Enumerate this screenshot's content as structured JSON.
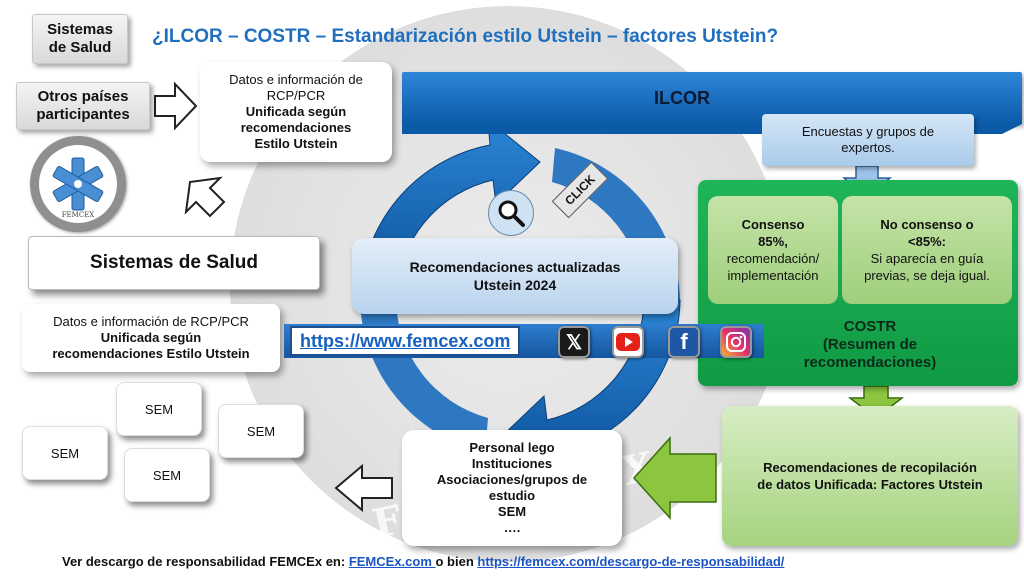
{
  "title": "¿ILCOR – COSTR – Estandarización estilo Utstein – factores Utstein?",
  "left": {
    "sistemas_top": [
      "Sistemas",
      "de Salud"
    ],
    "otros": [
      "Otros países",
      "participantes"
    ],
    "datos_top": [
      "Datos e información de",
      "RCP/PCR",
      "Unificada según",
      "recomendaciones",
      "Estilo Utstein"
    ],
    "sistemas_mid": "Sistemas de Salud",
    "datos_mid": [
      "Datos e información de RCP/PCR",
      "Unificada según",
      "recomendaciones Estilo Utstein"
    ],
    "logo_text": "FEMCEX"
  },
  "ilcor": {
    "label": "ILCOR",
    "encuestas": [
      "Encuestas y grupos de",
      "expertos."
    ]
  },
  "costr": {
    "consenso": [
      "Consenso",
      "85%,",
      "recomendación/",
      "implementación"
    ],
    "no_consenso": [
      "No consenso o",
      "<85%:",
      "Si aparecía en guía",
      "previas, se deja igual."
    ],
    "label": [
      "COSTR",
      "(Resumen de",
      "recomendaciones)"
    ],
    "recopilacion": [
      "Recomendaciones de recopilación",
      "de datos Unificada: Factores Utstein"
    ]
  },
  "center": {
    "recomendaciones": [
      "Recomendaciones actualizadas",
      "Utstein 2024"
    ],
    "click": "CLICK",
    "url": "https://www.femcex.com",
    "social": {
      "x": "𝕏",
      "facebook": "f"
    },
    "watermark": "FEMCEX"
  },
  "personal": [
    "Personal lego",
    "Instituciones",
    "Asociaciones/grupos de",
    "estudio",
    "SEM",
    "…."
  ],
  "sem": {
    "label1": "SEM",
    "label2": "SEM",
    "label3": "SEM",
    "label4": "SEM"
  },
  "disclaimer": {
    "prefix": "Ver descargo de responsabilidad FEMCEx en: ",
    "link1": "FEMCEx.com ",
    "middle": "o bien ",
    "link2": "https://femcex.com/descargo-de-responsabilidad/"
  },
  "colors": {
    "title_blue": "#1f6fbf",
    "ilcor_blue": "#0b5aa8",
    "costr_green": "#109a44",
    "arrow_green": "#8cc63f",
    "arrow_blue": "#9cc4ea"
  }
}
